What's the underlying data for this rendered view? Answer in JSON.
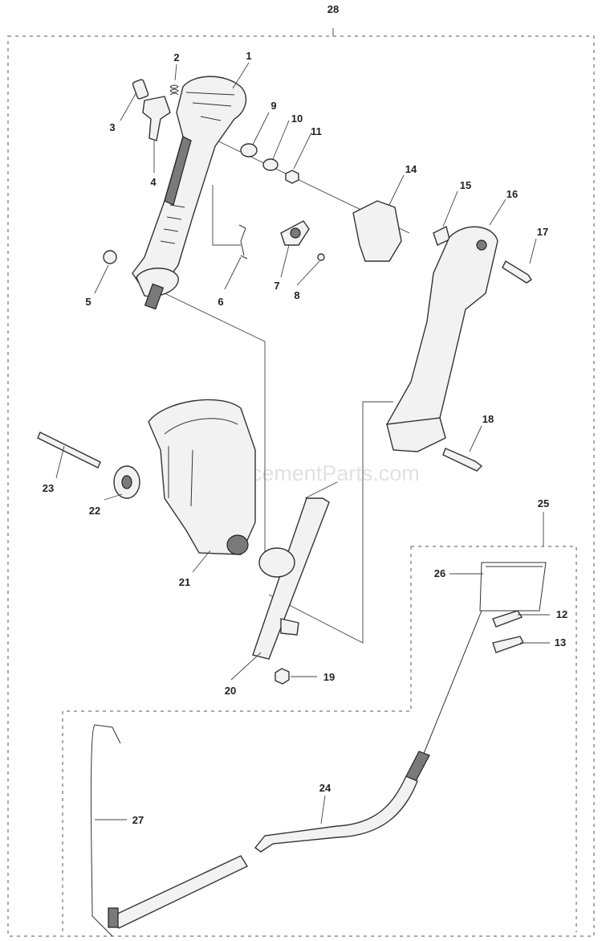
{
  "watermark": "eReplacementParts.com",
  "callouts": [
    {
      "id": "28",
      "label": "28"
    },
    {
      "id": "1",
      "label": "1"
    },
    {
      "id": "2",
      "label": "2"
    },
    {
      "id": "3",
      "label": "3"
    },
    {
      "id": "4",
      "label": "4"
    },
    {
      "id": "5",
      "label": "5"
    },
    {
      "id": "6",
      "label": "6"
    },
    {
      "id": "7",
      "label": "7"
    },
    {
      "id": "8",
      "label": "8"
    },
    {
      "id": "9",
      "label": "9"
    },
    {
      "id": "10",
      "label": "10"
    },
    {
      "id": "11",
      "label": "11"
    },
    {
      "id": "12",
      "label": "12"
    },
    {
      "id": "13",
      "label": "13"
    },
    {
      "id": "14",
      "label": "14"
    },
    {
      "id": "15",
      "label": "15"
    },
    {
      "id": "16",
      "label": "16"
    },
    {
      "id": "17",
      "label": "17"
    },
    {
      "id": "18",
      "label": "18"
    },
    {
      "id": "19",
      "label": "19"
    },
    {
      "id": "20",
      "label": "20"
    },
    {
      "id": "21",
      "label": "21"
    },
    {
      "id": "22",
      "label": "22"
    },
    {
      "id": "23",
      "label": "23"
    },
    {
      "id": "24",
      "label": "24"
    },
    {
      "id": "25",
      "label": "25"
    },
    {
      "id": "26",
      "label": "26"
    },
    {
      "id": "27",
      "label": "27"
    }
  ]
}
